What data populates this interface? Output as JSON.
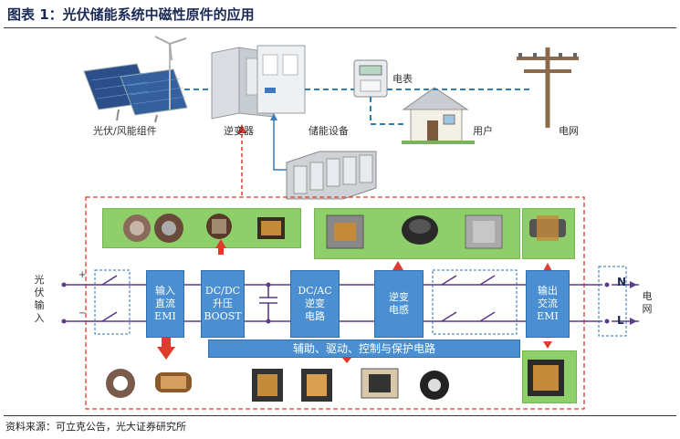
{
  "header": {
    "title": "图表 1：光伏储能系统中磁性原件的应用"
  },
  "top_labels": {
    "pv_wind": "光伏/风能组件",
    "inverter": "逆变器",
    "storage": "储能设备",
    "meter": "电表",
    "user": "用户",
    "grid": "电网"
  },
  "left_labels": {
    "pv_input": [
      "光",
      "伏",
      "输",
      "入"
    ],
    "plus": "+",
    "minus": "−"
  },
  "blocks": {
    "input_emi": [
      "输入",
      "直流",
      "EMI"
    ],
    "boost": [
      "DC/DC",
      "升压",
      "BOOST"
    ],
    "inverter_circuit": [
      "DC/AC",
      "逆变",
      "电路"
    ],
    "inductor": [
      "逆变",
      "电感"
    ],
    "output_emi": [
      "输出",
      "交流",
      "EMI"
    ],
    "aux": "辅助、驱动、控制与保护电路"
  },
  "right_labels": {
    "n": "N",
    "l": "L",
    "grid": [
      "电",
      "网"
    ]
  },
  "colors": {
    "block": "#4a8fd2",
    "green": "#8fcf6a",
    "red_arrow": "#e03a2a",
    "dashed_red": "#e03a2a",
    "link_line": "#2f7fb0"
  },
  "footer": {
    "source": "资料来源：可立克公告，光大证券研究所"
  }
}
